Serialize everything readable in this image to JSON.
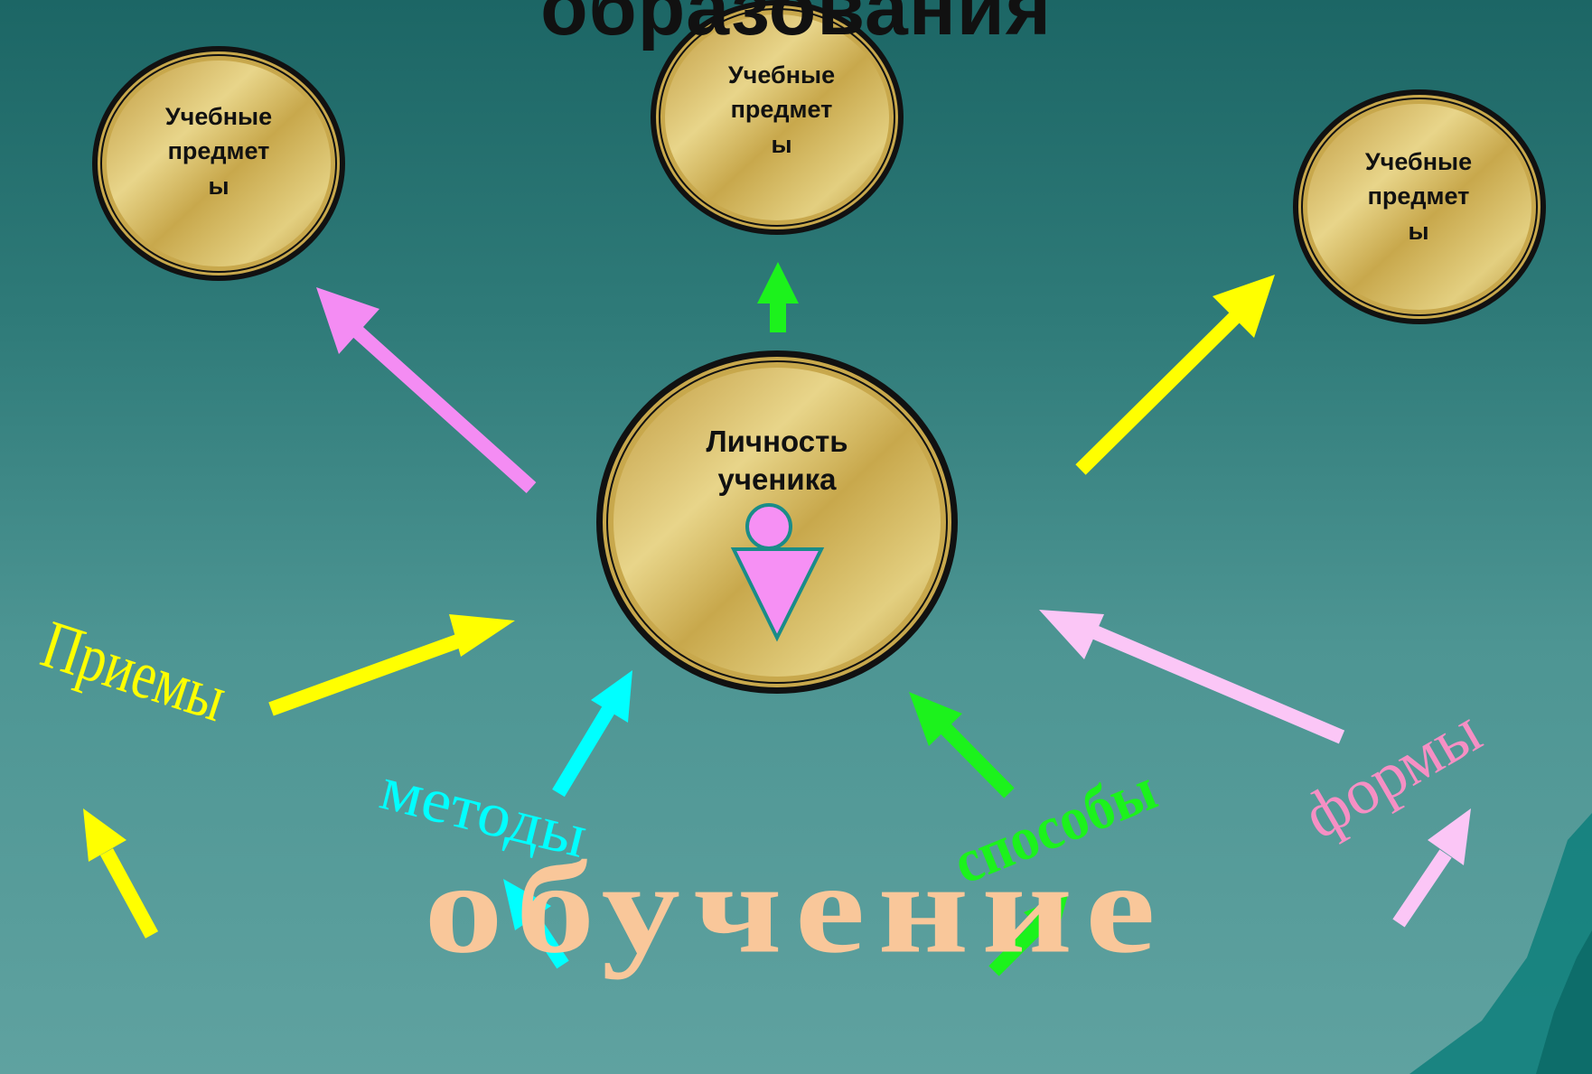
{
  "title": "образования",
  "center": {
    "label_line1": "Личность",
    "label_line2": "ученика",
    "figure_colors": {
      "fill": "#f690f4",
      "stroke": "#1a8c88"
    }
  },
  "subjects": [
    {
      "line1": "Учебные",
      "line2": "предмет",
      "line3": "ы"
    },
    {
      "line1": "Учебные",
      "line2": "предмет",
      "line3": "ы"
    },
    {
      "line1": "Учебные",
      "line2": "предмет",
      "line3": "ы"
    }
  ],
  "words": {
    "priemy": "Приемы",
    "metody": "методы",
    "sposoby": "способы",
    "formy": "формы",
    "obuchenie": "обучение"
  },
  "colors": {
    "coin_dark": "#b8953a",
    "coin_light": "#efdc8e",
    "arrow_pink": "#f48cf3",
    "arrow_green": "#1cf21c",
    "arrow_yellow": "#ffff00",
    "arrow_cyan": "#00ffff",
    "arrow_lightpink": "#fbc6f6",
    "word_yellow": "#ffff00",
    "word_cyan": "#00ffff",
    "word_green": "#1cf21c",
    "word_pink": "#f68fc4",
    "word_peach": "#f9c79a"
  }
}
